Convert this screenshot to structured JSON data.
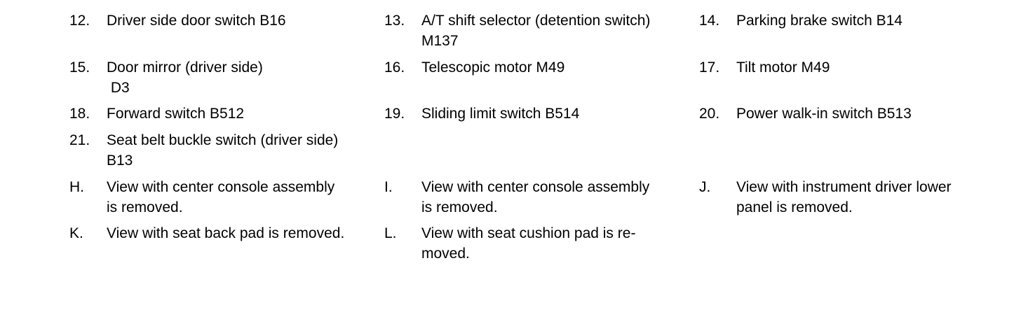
{
  "legend": {
    "items": [
      {
        "num": "12.",
        "text": "Driver side door switch B16"
      },
      {
        "num": "13.",
        "text": "A/T shift selector (detention switch)\nM137"
      },
      {
        "num": "14.",
        "text": "Parking brake switch B14"
      },
      {
        "num": "15.",
        "text": "Door mirror (driver side)\n D3"
      },
      {
        "num": "16.",
        "text": "Telescopic motor M49"
      },
      {
        "num": "17.",
        "text": "Tilt motor M49"
      },
      {
        "num": "18.",
        "text": "Forward switch B512"
      },
      {
        "num": "19.",
        "text": "Sliding limit switch B514"
      },
      {
        "num": "20.",
        "text": "Power walk-in switch B513"
      },
      {
        "num": "21.",
        "text": "Seat belt buckle switch (driver side)\nB13"
      },
      {
        "num": "H.",
        "text": "View with center console assembly\nis removed."
      },
      {
        "num": "I.",
        "text": "View with center console assembly\nis removed."
      },
      {
        "num": "J.",
        "text": "View with instrument driver lower\npanel is removed."
      },
      {
        "num": "K.",
        "text": "View with seat back pad is removed."
      },
      {
        "num": "L.",
        "text": "View with seat cushion pad is re-\nmoved."
      }
    ]
  }
}
